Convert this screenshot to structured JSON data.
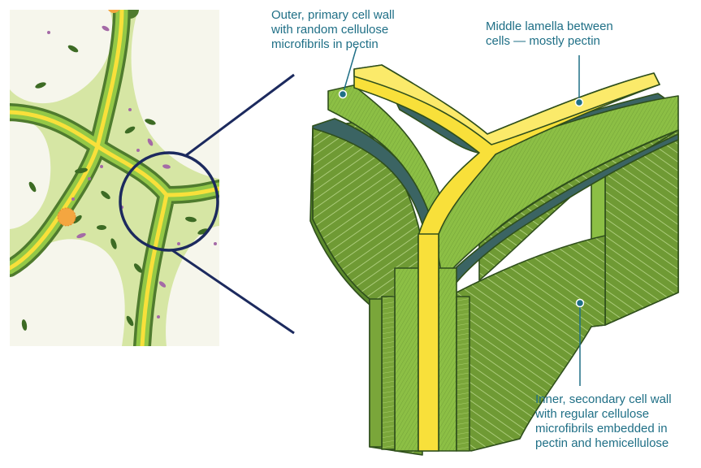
{
  "labels": {
    "primary_wall": [
      "Outer, primary cell wall",
      "with random cellulose",
      "microfibrils in pectin"
    ],
    "middle_lamella": [
      "Middle lamella between",
      "cells — mostly pectin"
    ],
    "secondary_wall": [
      "Inner, secondary cell wall",
      "with regular cellulose",
      "microfibrils embedded in",
      "pectin and hemicellulose"
    ]
  },
  "colors": {
    "cell_interior": "#f6f6ec",
    "cytoplasm": "#d6e6a4",
    "wall_dark": "#4f7b2e",
    "wall_light": "#93c847",
    "lamella": "#f8e03a",
    "teal_layer": "#3b6463",
    "secondary_wall": "#6f9a34",
    "label_text": "#1f6f86",
    "zoom_ring": "#1c2a5e",
    "organelle_green": "#3d6b24",
    "organelle_purple": "#a46aa6",
    "organelle_orange": "#f4a640"
  }
}
